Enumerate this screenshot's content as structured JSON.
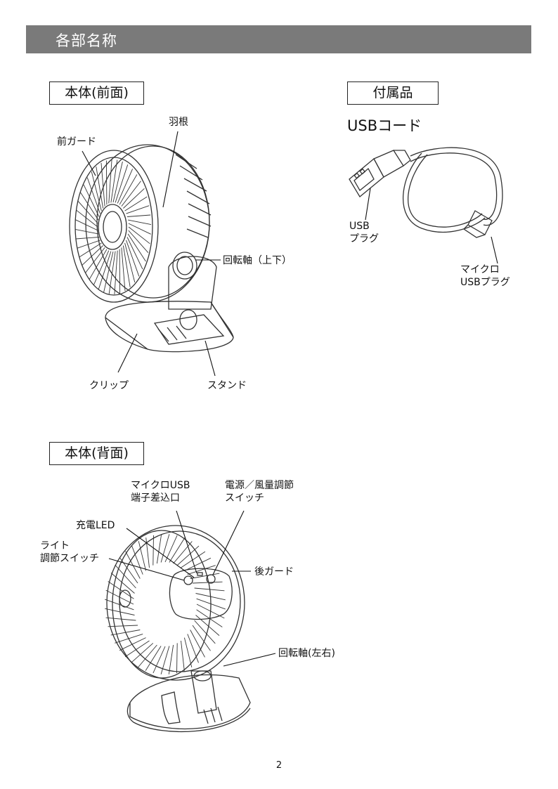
{
  "header": {
    "title": "各部名称"
  },
  "front": {
    "box_label": "本体(前面)",
    "callouts": {
      "blade": "羽根",
      "front_guard": "前ガード",
      "pivot_updown": "回転軸（上下）",
      "clip": "クリップ",
      "stand": "スタンド"
    }
  },
  "accessories": {
    "box_label": "付属品",
    "item_title": "USBコード",
    "callouts": {
      "usb_plug_1": "USB",
      "usb_plug_2": "プラグ",
      "micro_usb_plug_1": "マイクロ",
      "micro_usb_plug_2": "USBプラグ"
    }
  },
  "back": {
    "box_label": "本体(背面)",
    "callouts": {
      "micro_usb_port_1": "マイクロUSB",
      "micro_usb_port_2": "端子差込口",
      "power_switch_1": "電源／風量調節",
      "power_switch_2": "スイッチ",
      "charge_led": "充電LED",
      "light_switch_1": "ライト",
      "light_switch_2": "調節スイッチ",
      "rear_guard": "後ガード",
      "pivot_leftright": "回転軸(左右)"
    }
  },
  "page_number": "2"
}
